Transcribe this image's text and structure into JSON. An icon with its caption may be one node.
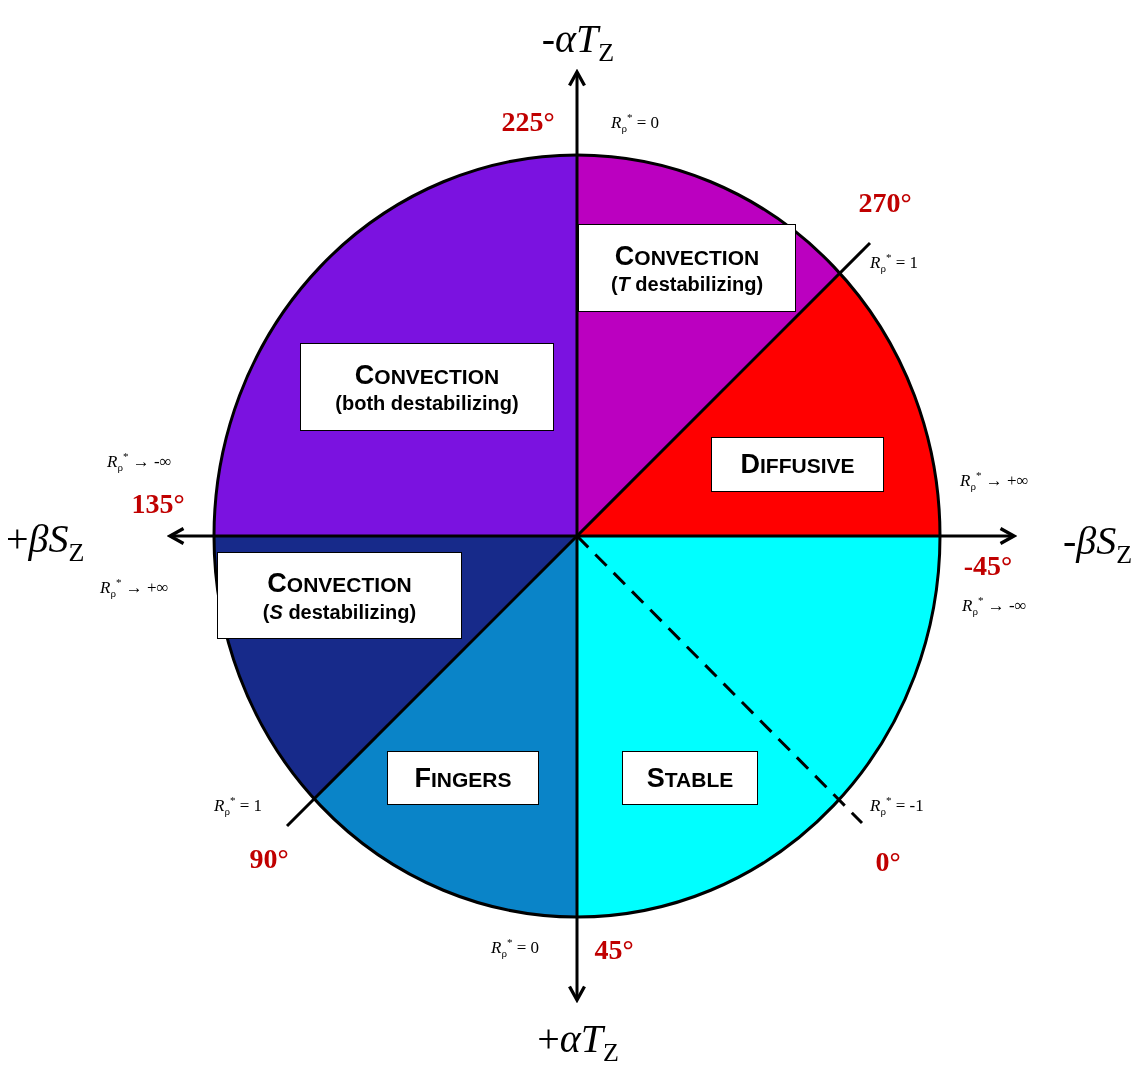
{
  "diagram": {
    "nodes": [
      {
        "text": [
          "CONVECTION",
          "(*T* destabilizing)"
        ]
      },
      {
        "text": [
          "CONVECTION",
          "(both destabilizing)"
        ]
      },
      {
        "text": [
          "DIFFUSIVE"
        ]
      },
      {
        "text": [
          "CONVECTION",
          "(*S* destabilizing)"
        ]
      },
      {
        "text": [
          "FINGERS"
        ]
      },
      {
        "text": [
          "STABLE"
        ]
      }
    ],
    "labels": [
      "-*αT*$_{Z}$",
      "225°",
      "*R*$_{ρ}$$^{*}$ = 0",
      "270°",
      "*R*$_{ρ}$$^{*}$ = 1",
      "*R*$_{ρ}$$^{*}$ → -∞",
      "*R*$_{ρ}$$^{*}$ → +∞",
      "135°",
      "+*βS*$_{Z}$",
      "-*βS*$_{Z}$",
      "-45°",
      "*R*$_{ρ}$$^{*}$ → +∞",
      "*R*$_{ρ}$$^{*}$ → -∞",
      "*R*$_{ρ}$$^{*}$ = 1",
      "*R*$_{ρ}$$^{*}$ = -1",
      "90°",
      "0°",
      "*R*$_{ρ}$$^{*}$ = 0",
      "45°",
      "+*αT*$_{Z}$"
    ]
  }
}
